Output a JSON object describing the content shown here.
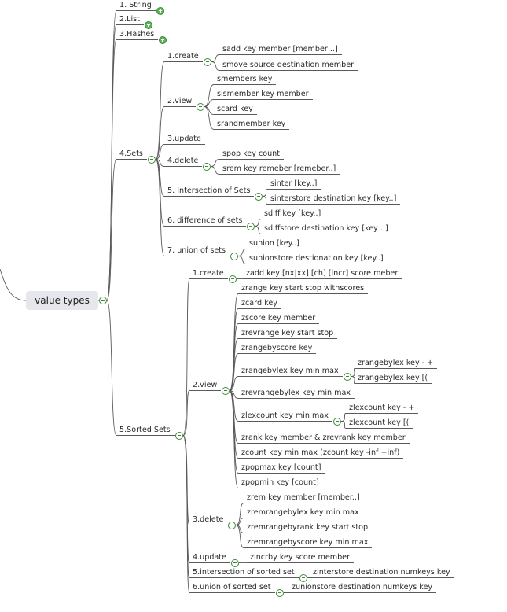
{
  "root": {
    "label": "value types"
  },
  "nodes": {
    "n_string": "1. String",
    "n_list": "2.List",
    "n_hashes": "3.Hashes",
    "n_sets": "4.Sets",
    "n_sets_create": "1.create",
    "n_sadd": "sadd key member [member ..]",
    "n_smove": "smove source destination member",
    "n_sets_view": "2.view",
    "n_smembers": "smembers key",
    "n_sismember": "sismember key member",
    "n_scard": "scard key",
    "n_srandmember": "srandmember key",
    "n_sets_update": "3.update",
    "n_sets_delete": "4.delete",
    "n_spop": "spop key count",
    "n_srem": "srem key remeber [remeber..]",
    "n_sets_inter": "5. Intersection of Sets",
    "n_sinter": "sinter [key..]",
    "n_sinterstore": "sinterstore destination key [key..]",
    "n_sets_diff": "6. difference of sets",
    "n_sdiff": "sdiff key [key..]",
    "n_sdiffstore": "sdiffstore destination key [key ..]",
    "n_sets_union": "7. union of sets",
    "n_sunion": "sunion [key..]",
    "n_sunionstore": "sunionstore destionation key [key..]",
    "n_zsets": "5.Sorted Sets",
    "n_z_create": "1.create",
    "n_zadd": "zadd key [nx|xx] [ch] [incr] score meber",
    "n_z_view": "2.view",
    "n_zrange": "zrange key start stop withscores",
    "n_zcard": "zcard key",
    "n_zscore": "zscore key member",
    "n_zrevrange": "zrevrange key start stop",
    "n_zrangebyscore": "zrangebyscore key",
    "n_zrangebylex": "zrangebylex key min max",
    "n_zrangebylex_a": "zrangebylex key - +",
    "n_zrangebylex_b": "zrangebylex key [(",
    "n_zrevrangebylex": "zrevrangebylex key min max",
    "n_zlexcount": "zlexcount key min max",
    "n_zlexcount_a": "zlexcount key - +",
    "n_zlexcount_b": "zlexcount key [(",
    "n_zrank": "zrank key member & zrevrank key member",
    "n_zcount": "zcount key min max  (zcount key -inf +inf)",
    "n_zpopmax": "zpopmax key [count]",
    "n_zpopmin": "zpopmin key [count]",
    "n_z_delete": "3.delete",
    "n_zrem": "zrem key member [member..]",
    "n_zremrangebylex": "zremrangebylex key min max",
    "n_zremrangebyrank": "zremrangebyrank key start stop",
    "n_zremrangebyscore": "zremrangebyscore key min max",
    "n_z_update": "4.update",
    "n_zincrby": "zincrby key score member",
    "n_z_inter": "5.intersection of sorted set",
    "n_zinterstore": "zinterstore destination numkeys key",
    "n_z_union": "6.union of sorted set",
    "n_zunionstore": "zunionstore destination numkeys key"
  },
  "colors": {
    "line": "#5a5a5a",
    "toggle": "#3a8a37",
    "toggle_fill": "#5fb35a",
    "root_bg": "#e6e7ec"
  }
}
